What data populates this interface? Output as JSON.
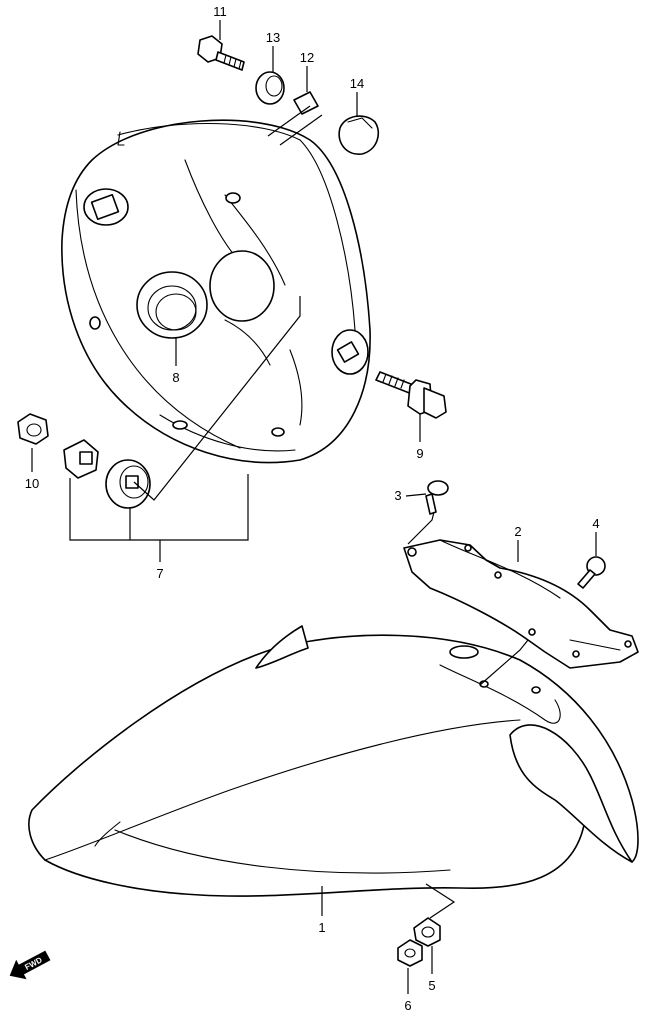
{
  "callouts": [
    {
      "id": "1",
      "label": "1"
    },
    {
      "id": "2",
      "label": "2"
    },
    {
      "id": "3",
      "label": "3"
    },
    {
      "id": "4",
      "label": "4"
    },
    {
      "id": "5",
      "label": "5"
    },
    {
      "id": "6",
      "label": "6"
    },
    {
      "id": "7",
      "label": "7"
    },
    {
      "id": "8",
      "label": "8"
    },
    {
      "id": "9",
      "label": "9"
    },
    {
      "id": "10",
      "label": "10"
    },
    {
      "id": "11",
      "label": "11"
    },
    {
      "id": "12",
      "label": "12"
    },
    {
      "id": "13",
      "label": "13"
    },
    {
      "id": "14",
      "label": "14"
    }
  ],
  "fwd_badge": "FWD"
}
